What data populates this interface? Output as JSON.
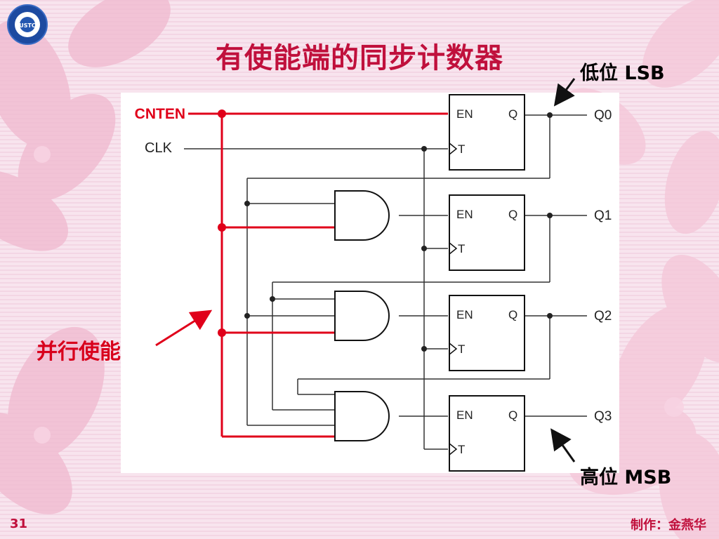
{
  "slide": {
    "title": "有使能端的同步计数器",
    "page_number": "31",
    "author": "制作：金燕华",
    "lsb_label": "低位 LSB",
    "msb_label": "高位 MSB",
    "parallel_enable_label": "并行使能",
    "logo_text": "USTC"
  },
  "diagram": {
    "enable_signal": "CNTEN",
    "clock_signal": "CLK",
    "flip_flops": [
      {
        "en": "EN",
        "t": "T",
        "q": "Q",
        "output": "Q0"
      },
      {
        "en": "EN",
        "t": "T",
        "q": "Q",
        "output": "Q1"
      },
      {
        "en": "EN",
        "t": "T",
        "q": "Q",
        "output": "Q2"
      },
      {
        "en": "EN",
        "t": "T",
        "q": "Q",
        "output": "Q3"
      }
    ],
    "colors": {
      "enable_wire": "#e0001a",
      "wire": "#333333",
      "title": "#c0103c"
    }
  }
}
